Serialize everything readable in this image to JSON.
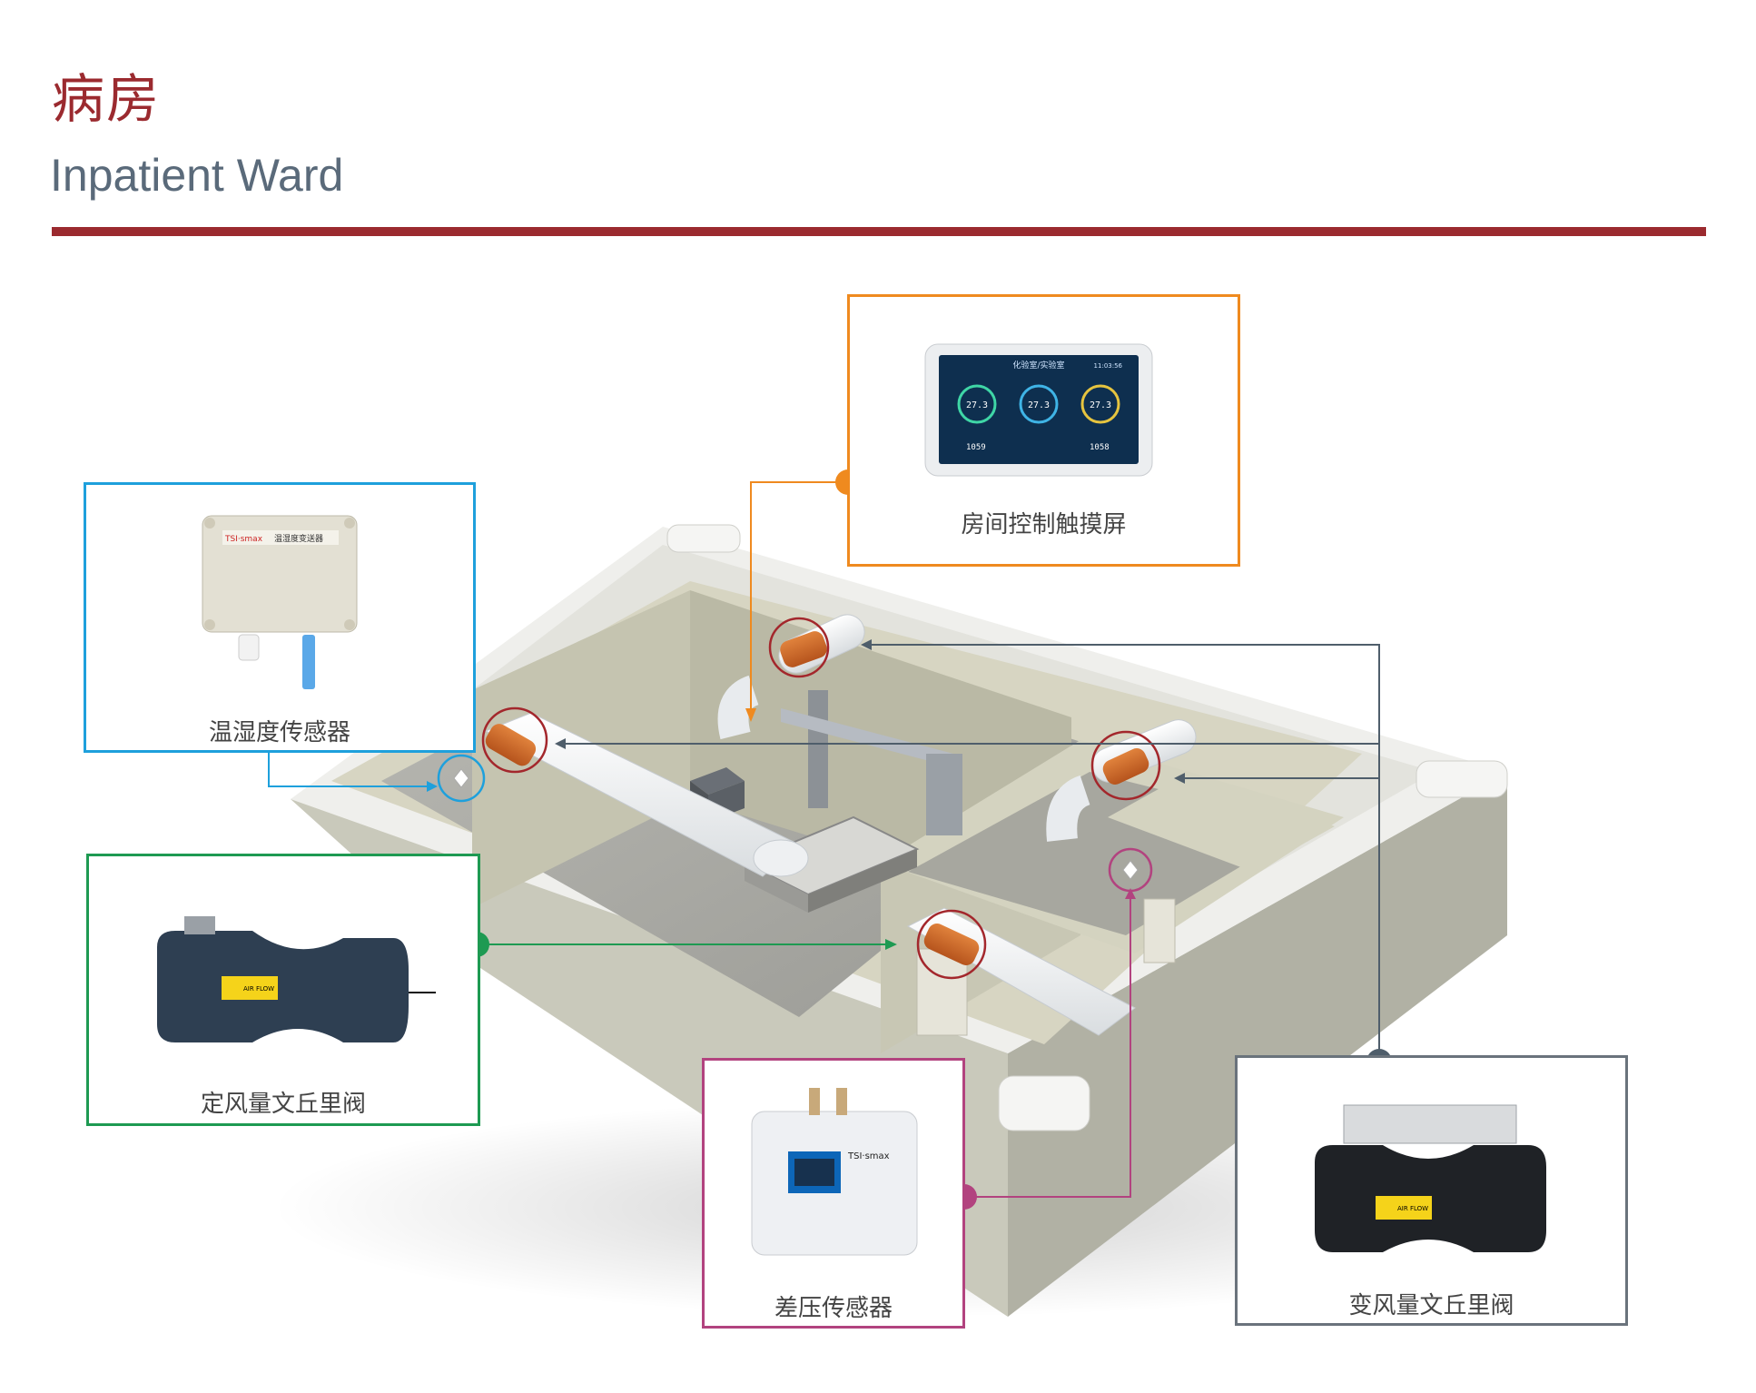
{
  "header": {
    "title_cn": "病房",
    "title_en": "Inpatient Ward"
  },
  "colors": {
    "brand_red": "#9b2a2f",
    "touchscreen_orange": "#ef8a1f",
    "temp_humidity_blue": "#1ea0dc",
    "constant_valve_green": "#1e9a52",
    "pressure_sensor_magenta": "#b2437f",
    "variable_valve_slate": "#4f5e6b"
  },
  "devices": {
    "touchscreen": {
      "label": "房间控制触摸屏",
      "screen_header": "化验室/实验室",
      "screen_time": "11:03:56",
      "readings": [
        "27.3",
        "27.3",
        "27.3"
      ],
      "bottom_values": [
        "1059",
        "1058"
      ]
    },
    "temp_humidity_sensor": {
      "label": "温湿度传感器",
      "brand": "TSI·smax",
      "product_name": "温湿度变送器"
    },
    "constant_air_valve": {
      "label": "定风量文丘里阀",
      "sticker_text": "AIR FLOW"
    },
    "pressure_sensor": {
      "label": "差压传感器",
      "brand": "TSI·smax"
    },
    "variable_air_valve": {
      "label": "变风量文丘里阀",
      "sticker_text": "AIR FLOW"
    }
  }
}
